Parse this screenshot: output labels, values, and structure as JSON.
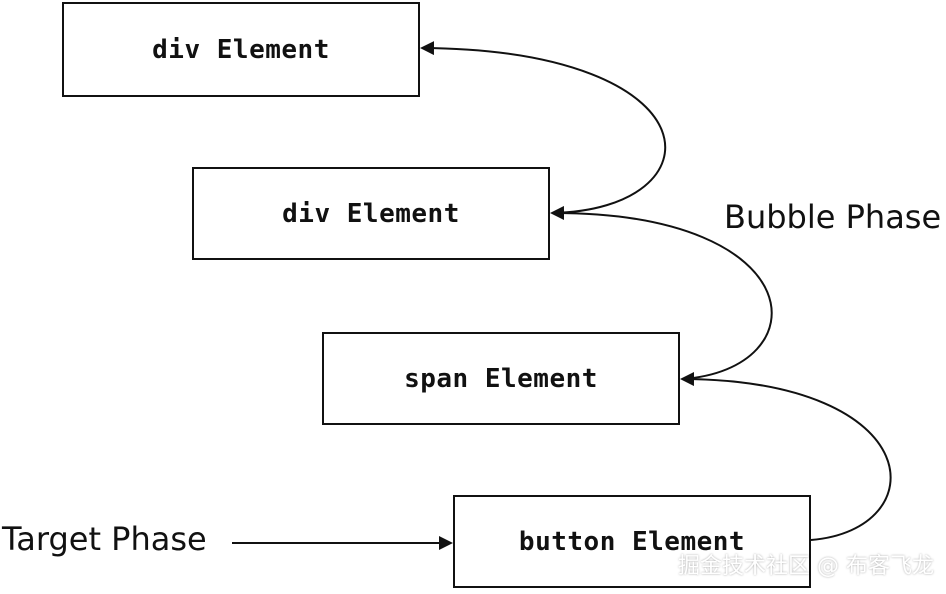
{
  "diagram": {
    "boxes": {
      "div_outer": "div Element",
      "div_inner": "div Element",
      "span": "span Element",
      "button": "button Element"
    },
    "labels": {
      "bubble_phase": "Bubble Phase",
      "target_phase": "Target Phase"
    },
    "watermark": "掘金技术社区 @ 布客飞龙"
  }
}
